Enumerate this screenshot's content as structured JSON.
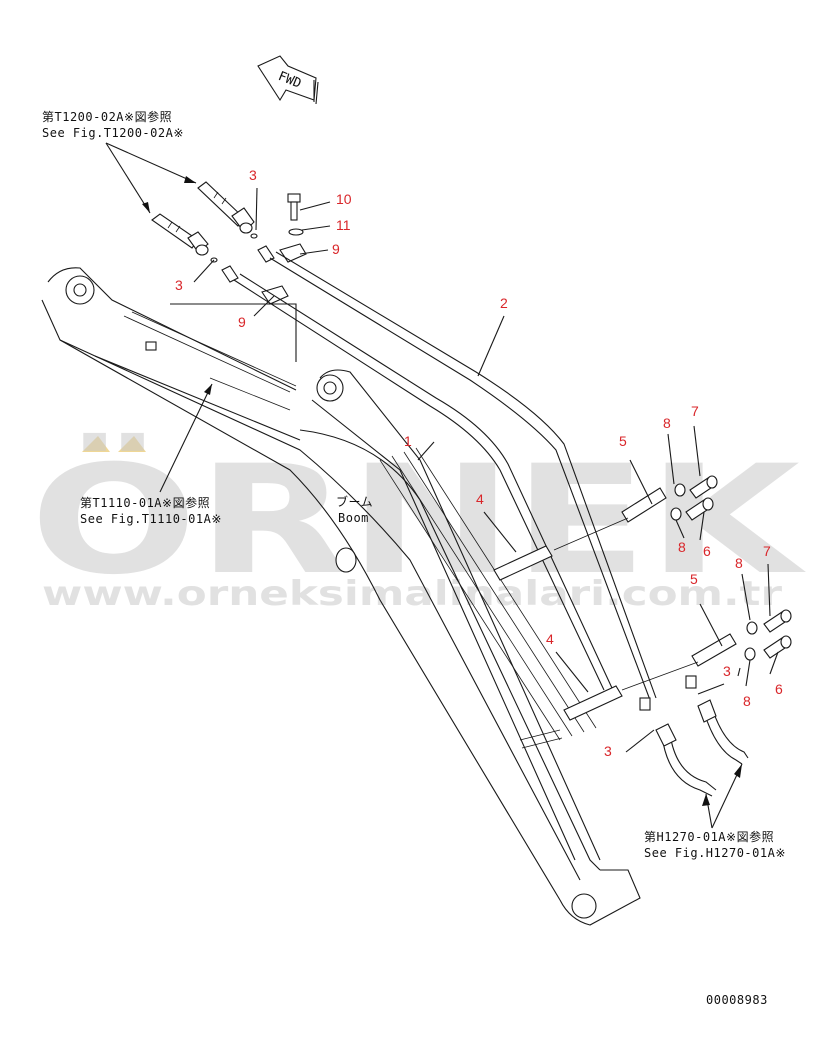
{
  "fwd_label": "FWD",
  "references": {
    "fig_t1200": {
      "jp": "第T1200-02A※図参照",
      "en": "See Fig.T1200-02A※"
    },
    "fig_t1110": {
      "jp": "第T1110-01A※図参照",
      "en": "See Fig.T1110-01A※"
    },
    "fig_h1270": {
      "jp": "第H1270-01A※図参照",
      "en": "See Fig.H1270-01A※"
    }
  },
  "boom_label": {
    "jp": "ブーム",
    "en": "Boom"
  },
  "callouts": {
    "c1": "1",
    "c2": "2",
    "c3a": "3",
    "c3b": "3",
    "c3c": "3",
    "c3d": "3",
    "c4a": "4",
    "c4b": "4",
    "c5a": "5",
    "c5b": "5",
    "c6a": "6",
    "c6b": "6",
    "c7a": "7",
    "c7b": "7",
    "c8a": "8",
    "c8b": "8",
    "c8c": "8",
    "c8d": "8",
    "c9a": "9",
    "c9b": "9",
    "c10": "10",
    "c11": "11"
  },
  "watermark": {
    "brand": "ÖRNEK",
    "url": "www.orneksimalinalari.com.tr"
  },
  "drawing_number": "00008983",
  "colors": {
    "callout": "#d9262a",
    "line": "#1a1a1a",
    "watermark": "#c9c9c9",
    "accent": "#e8c66a"
  }
}
